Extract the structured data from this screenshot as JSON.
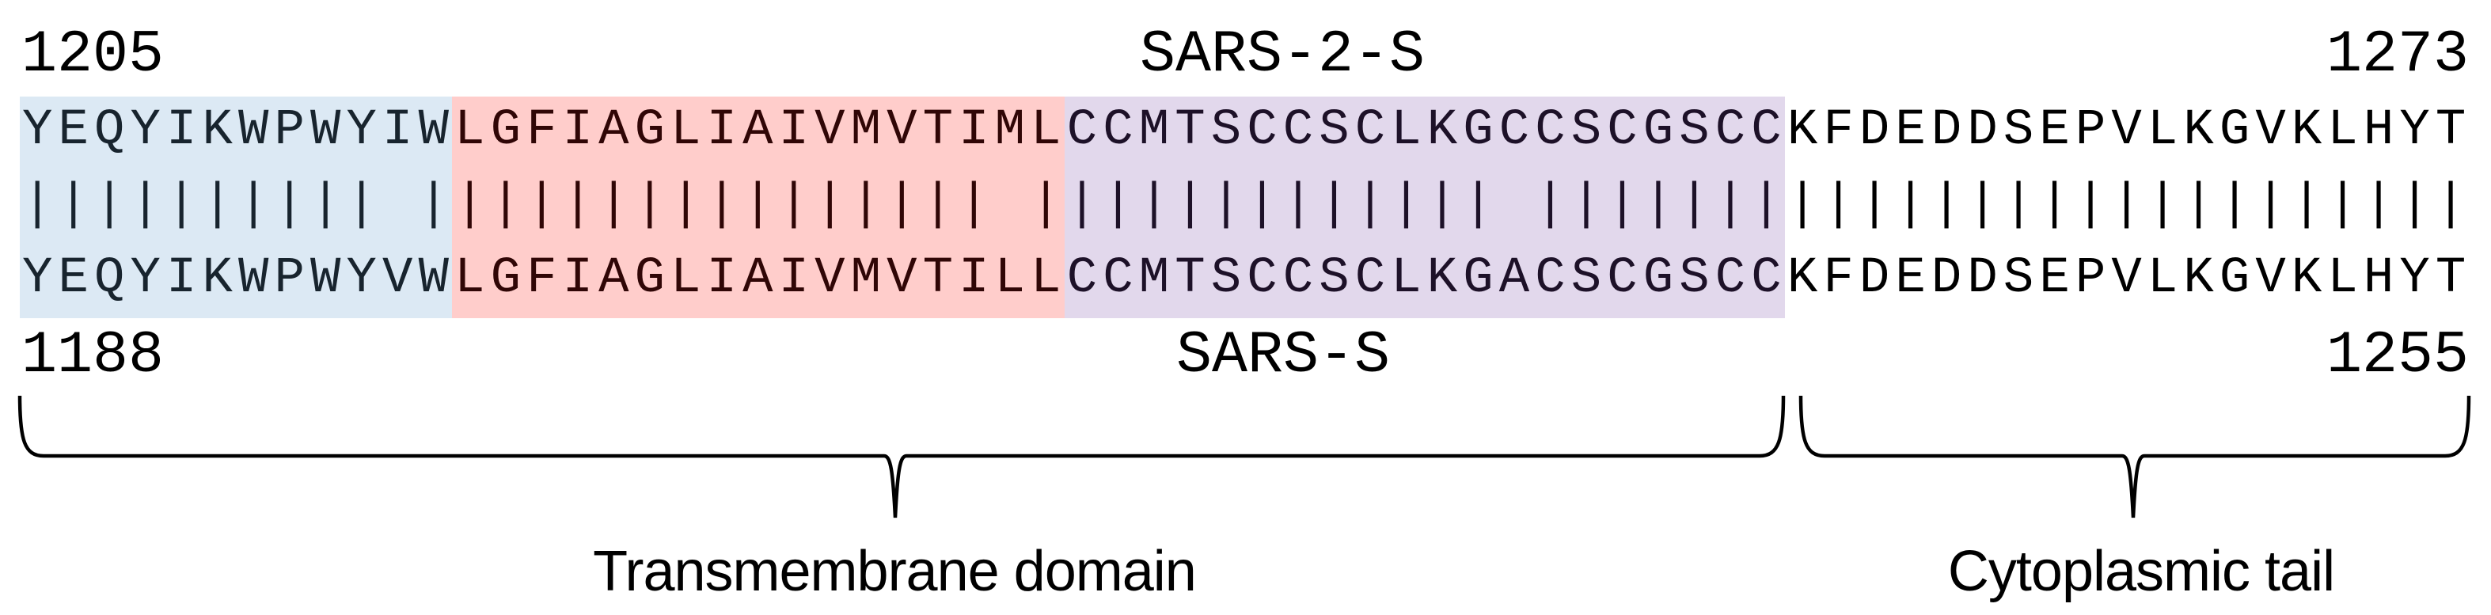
{
  "alignment": {
    "sars2": {
      "start": "1205",
      "name": "SARS-2-S",
      "end": "1273"
    },
    "sars": {
      "start": "1188",
      "name": "SARS-S",
      "end": "1255"
    },
    "segments": [
      {
        "region": "pre-transmembrane",
        "band_color": "#dce9f4",
        "text_color": "#18242e",
        "top": "YEQYIKWPWYIW",
        "match": "|||||||||| |",
        "bottom": "YEQYIKWPWYVW"
      },
      {
        "region": "transmembrane",
        "band_color": "#ffcdcb",
        "text_color": "#300606",
        "top": "LGFIAGLIAIVMVTIML",
        "match": "||||||||||||||| |",
        "bottom": "LGFIAGLIAIVMVTILL"
      },
      {
        "region": "cysteine-rich",
        "band_color": "#e2d8ec",
        "text_color": "#1d1128",
        "top": "CCMTSCCSCLKGCCSCGSCC",
        "match": "|||||||||||| |||||||",
        "bottom": "CCMTSCCSCLKGACSCGSCC"
      },
      {
        "region": "cytoplasmic",
        "band_color": null,
        "text_color": "#000000",
        "top": "KFDEDDSEPVLKGVKLHYT",
        "match": "|||||||||||||||||||",
        "bottom": "KFDEDDSEPVLKGVKLHYT"
      }
    ],
    "braces": [
      {
        "label": "Transmembrane domain"
      },
      {
        "label": "Cytoplasmic tail"
      }
    ]
  }
}
